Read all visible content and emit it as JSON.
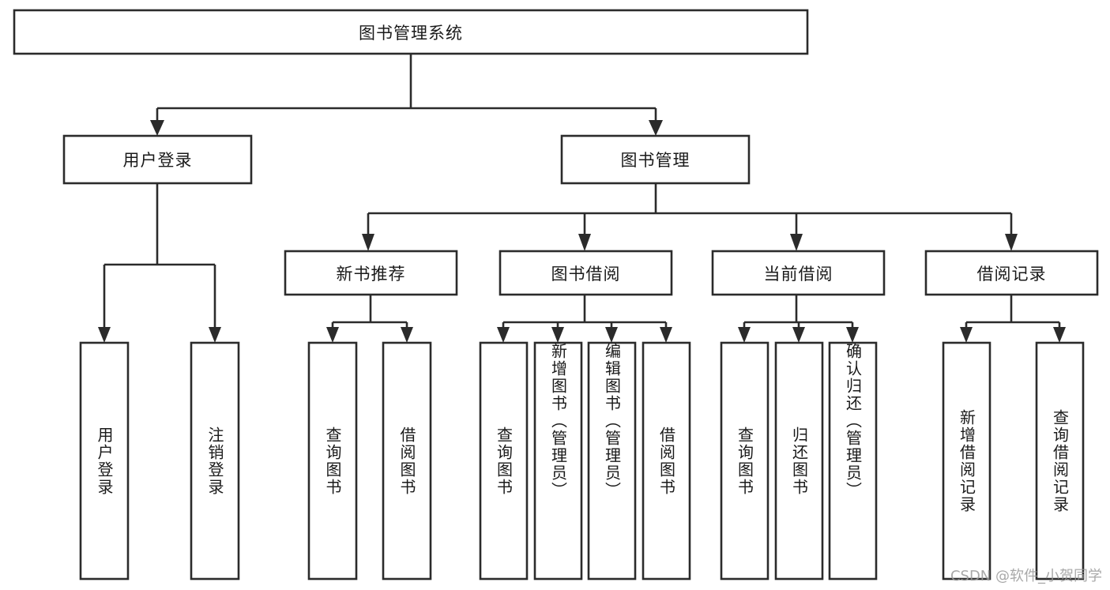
{
  "diagram": {
    "type": "tree",
    "title": "图书管理系统",
    "orientation": "top-down",
    "colors": {
      "box_stroke": "#2b2b2b",
      "box_fill": "#ffffff",
      "line": "#2b2b2b",
      "text": "#1a1a1a",
      "background": "#ffffff",
      "watermark": "#9a9a9a"
    },
    "root": {
      "label": "图书管理系统"
    },
    "level2": [
      {
        "label": "用户登录"
      },
      {
        "label": "图书管理"
      }
    ],
    "level3": [
      {
        "label": "新书推荐"
      },
      {
        "label": "图书借阅"
      },
      {
        "label": "当前借阅"
      },
      {
        "label": "借阅记录"
      }
    ],
    "leaves": {
      "user_login": [
        {
          "label": "用户登录"
        },
        {
          "label": "注销登录"
        }
      ],
      "new_book_recommend": [
        {
          "label": "查询图书"
        },
        {
          "label": "借阅图书"
        }
      ],
      "book_borrow": [
        {
          "label": "查询图书"
        },
        {
          "label": "新增图书（管理员）"
        },
        {
          "label": "编辑图书（管理员）"
        },
        {
          "label": "借阅图书"
        }
      ],
      "current_borrow": [
        {
          "label": "查询图书"
        },
        {
          "label": "归还图书"
        },
        {
          "label": "确认归还（管理员）"
        }
      ],
      "borrow_record": [
        {
          "label": "新增借阅记录"
        },
        {
          "label": "查询借阅记录"
        }
      ]
    },
    "watermark": "CSDN @软件_小贺同学"
  }
}
